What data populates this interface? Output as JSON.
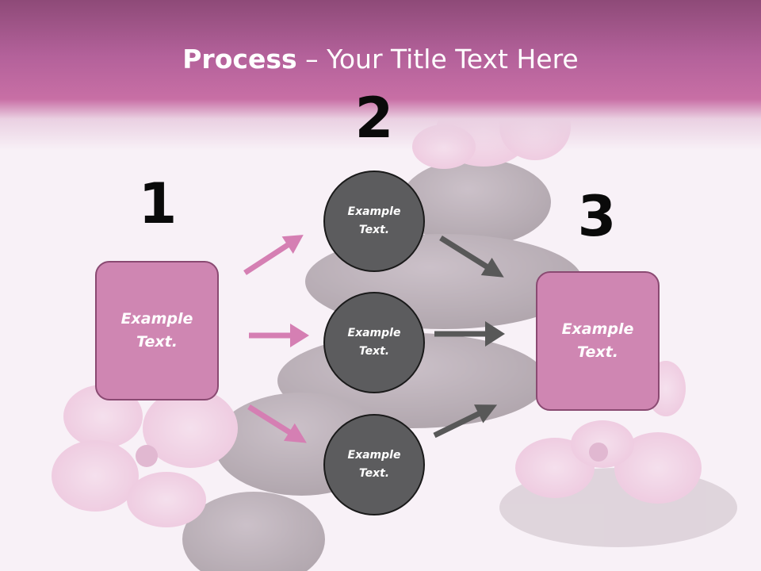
{
  "slide": {
    "title_bold": "Process",
    "title_rest": " – Your Title Text Here",
    "step_numbers": [
      "1",
      "2",
      "3"
    ],
    "box_left": "Example\nText.",
    "box_right": "Example\nText.",
    "circles": [
      "Example\nText.",
      "Example\nText.",
      "Example\nText."
    ]
  },
  "colors": {
    "header": "#b3619a",
    "box_fill": "#cf86b2",
    "box_border": "#8a4a72",
    "circle_fill": "#5c5c5e",
    "arrow_pink": "#d57fb3",
    "arrow_gray": "#585858"
  }
}
